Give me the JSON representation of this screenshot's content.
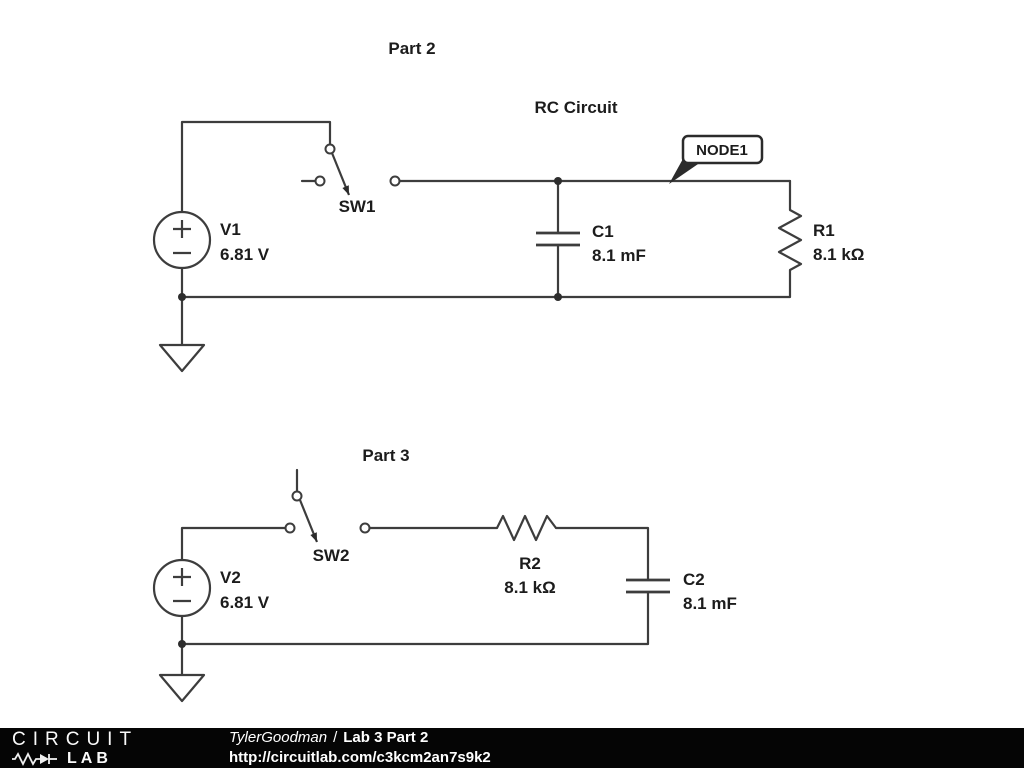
{
  "colors": {
    "background": "#ffffff",
    "wire": "#3d3d3d",
    "label": "#1c1c1c",
    "footer_bg": "#050505",
    "footer_text": "#ffffff"
  },
  "part2": {
    "title": "Part 2",
    "subtitle": "RC Circuit",
    "node1_label": "NODE1",
    "v1": {
      "name": "V1",
      "value": "6.81 V"
    },
    "sw1": {
      "name": "SW1"
    },
    "c1": {
      "name": "C1",
      "value": "8.1 mF"
    },
    "r1": {
      "name": "R1",
      "value": "8.1 kΩ"
    }
  },
  "part3": {
    "title": "Part 3",
    "v2": {
      "name": "V2",
      "value": "6.81 V"
    },
    "sw2": {
      "name": "SW2"
    },
    "r2": {
      "name": "R2",
      "value": "8.1 kΩ"
    },
    "c2": {
      "name": "C2",
      "value": "8.1 mF"
    }
  },
  "footer": {
    "brand_top": "CIRCUIT",
    "brand_bottom": "LAB",
    "author": "TylerGoodman",
    "separator": "/",
    "project_title": "Lab 3 Part 2",
    "url": "http://circuitlab.com/c3kcm2an7s9k2"
  }
}
